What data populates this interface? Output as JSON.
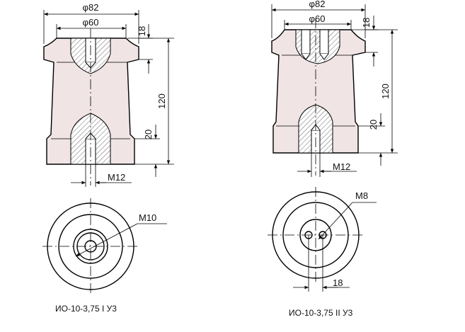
{
  "colors": {
    "body_fill": "#f0e4e4",
    "line": "#000000",
    "background": "#ffffff"
  },
  "left": {
    "dims": {
      "outer_diameter": "φ82",
      "inner_diameter": "φ60",
      "top_height": "18",
      "total_height": "120",
      "bottom_height": "20",
      "bottom_thread": "M12",
      "plan_thread": "M10"
    },
    "caption": "ИО-10-3,75 I У3"
  },
  "right": {
    "dims": {
      "outer_diameter": "φ82",
      "inner_diameter": "φ60",
      "top_height": "18",
      "total_height": "120",
      "bottom_height": "20",
      "bottom_thread": "M12",
      "plan_thread": "M8",
      "hole_spacing": "18"
    },
    "caption": "ИО-10-3,75 II У3"
  }
}
